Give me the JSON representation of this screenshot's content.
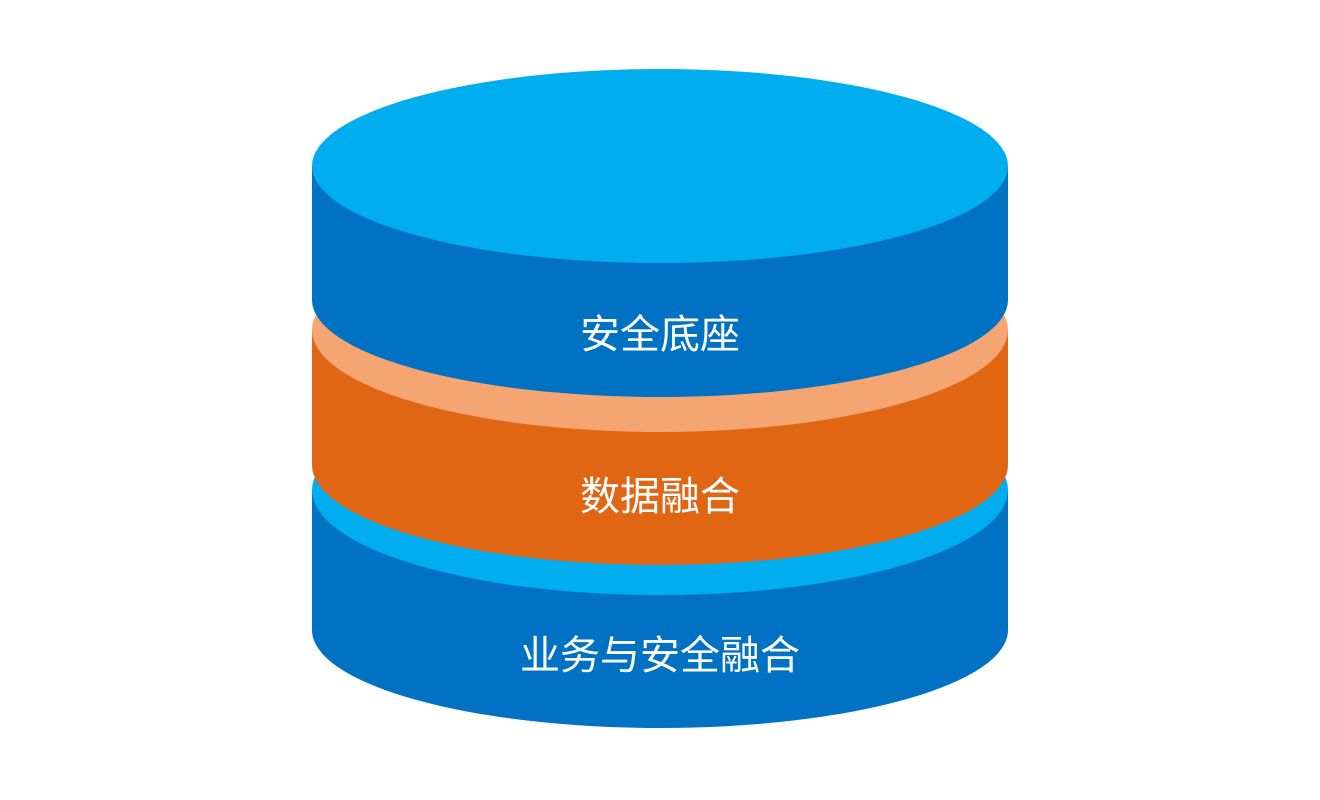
{
  "diagram": {
    "layers": [
      {
        "label": "安全底座"
      },
      {
        "label": "数据融合"
      },
      {
        "label": "业务与安全融合"
      }
    ]
  },
  "colors": {
    "top_face_blue": "#00adee",
    "side_blue": "#0071c3",
    "middle_top_face": "#f4a572",
    "middle_side": "#e16614",
    "label_text": "#ffffff",
    "background": "#ffffff"
  }
}
